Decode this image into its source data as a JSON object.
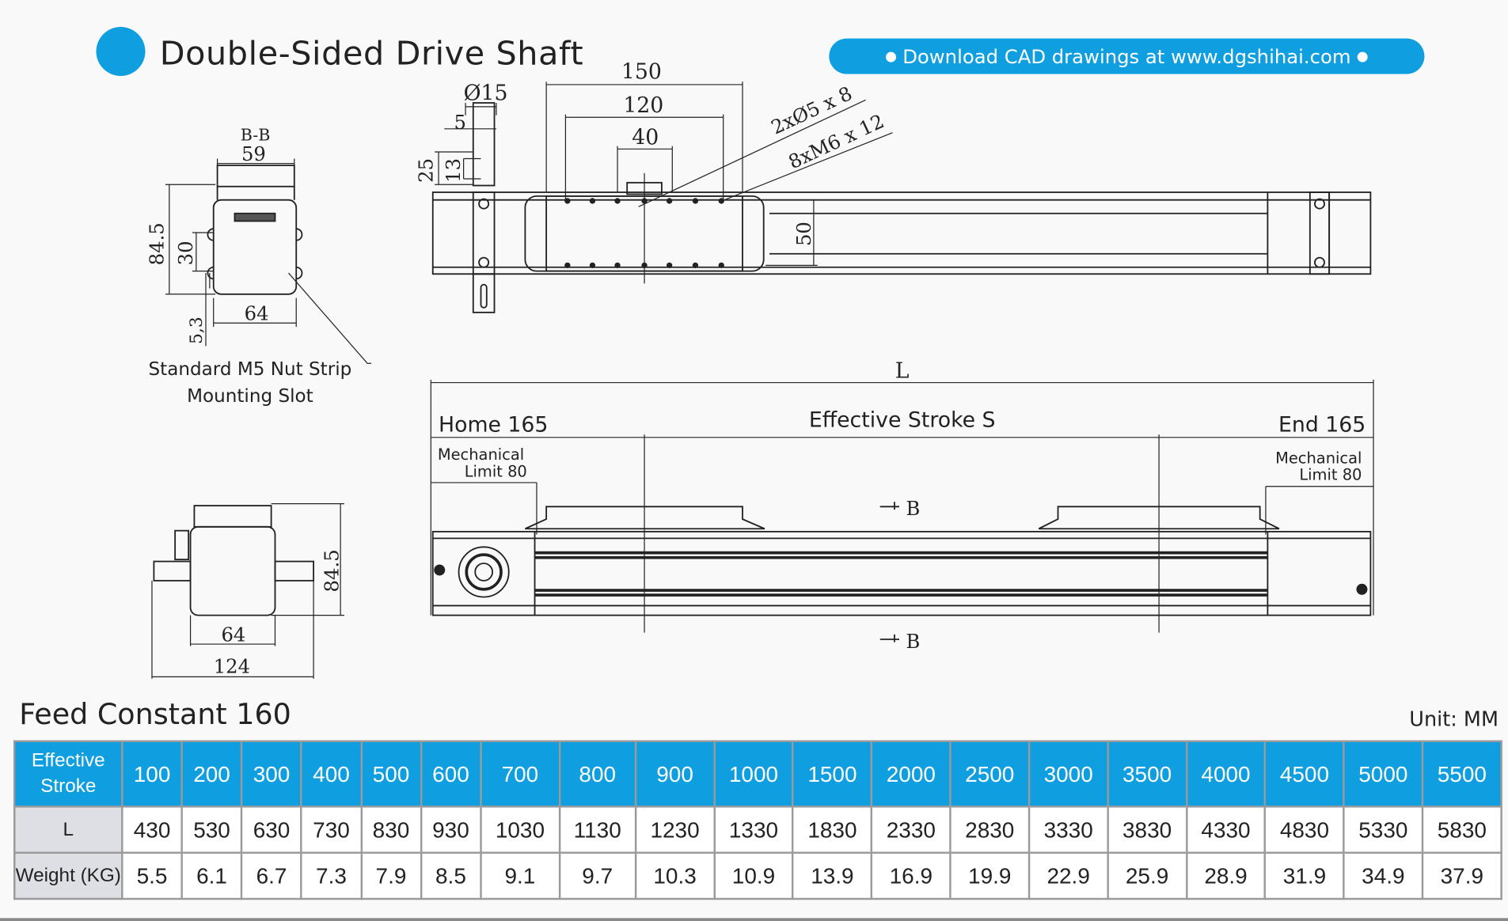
{
  "title": "Double-Sided Drive Shaft",
  "banner": {
    "text": "Download CAD drawings at www.dgshihai.com",
    "bullet": "●"
  },
  "section_view": {
    "label": "B-B",
    "width_top": "59",
    "height": "84.5",
    "slot_h": "30",
    "width_bottom": "64",
    "offset": "5,3",
    "note_line1": "Standard M5 Nut Strip",
    "note_line2": "Mounting Slot"
  },
  "end_view": {
    "height": "84.5",
    "inner": "64",
    "total": "124"
  },
  "top_view": {
    "shaft_dia": "Ø15",
    "d5": "5",
    "d25": "25",
    "d13": "13",
    "d150": "150",
    "d120": "120",
    "d40": "40",
    "holes1": "2xØ5 x 8",
    "holes2": "8xM6 x 12",
    "d50": "50"
  },
  "side_view": {
    "L": "L",
    "home": "Home 165",
    "stroke": "Effective Stroke S",
    "end": "End 165",
    "mech_l1": "Mechanical",
    "mech_l2": "Limit 80",
    "section_mark": "B"
  },
  "feed_constant": "Feed Constant 160",
  "unit": "Unit: MM",
  "table": {
    "row_labels": {
      "stroke1": "Effective",
      "stroke2": "Stroke",
      "L": "L",
      "weight": "Weight (KG)"
    },
    "stroke": [
      "100",
      "200",
      "300",
      "400",
      "500",
      "600",
      "700",
      "800",
      "900",
      "1000",
      "1500",
      "2000",
      "2500",
      "3000",
      "3500",
      "4000",
      "4500",
      "5000",
      "5500"
    ],
    "L": [
      "430",
      "530",
      "630",
      "730",
      "830",
      "930",
      "1030",
      "1130",
      "1230",
      "1330",
      "1830",
      "2330",
      "2830",
      "3330",
      "3830",
      "4330",
      "4830",
      "5330",
      "5830"
    ],
    "weight": [
      "5.5",
      "6.1",
      "6.7",
      "7.3",
      "7.9",
      "8.5",
      "9.1",
      "9.7",
      "10.3",
      "10.9",
      "13.9",
      "16.9",
      "19.9",
      "22.9",
      "25.9",
      "28.9",
      "31.9",
      "34.9",
      "37.9"
    ]
  }
}
